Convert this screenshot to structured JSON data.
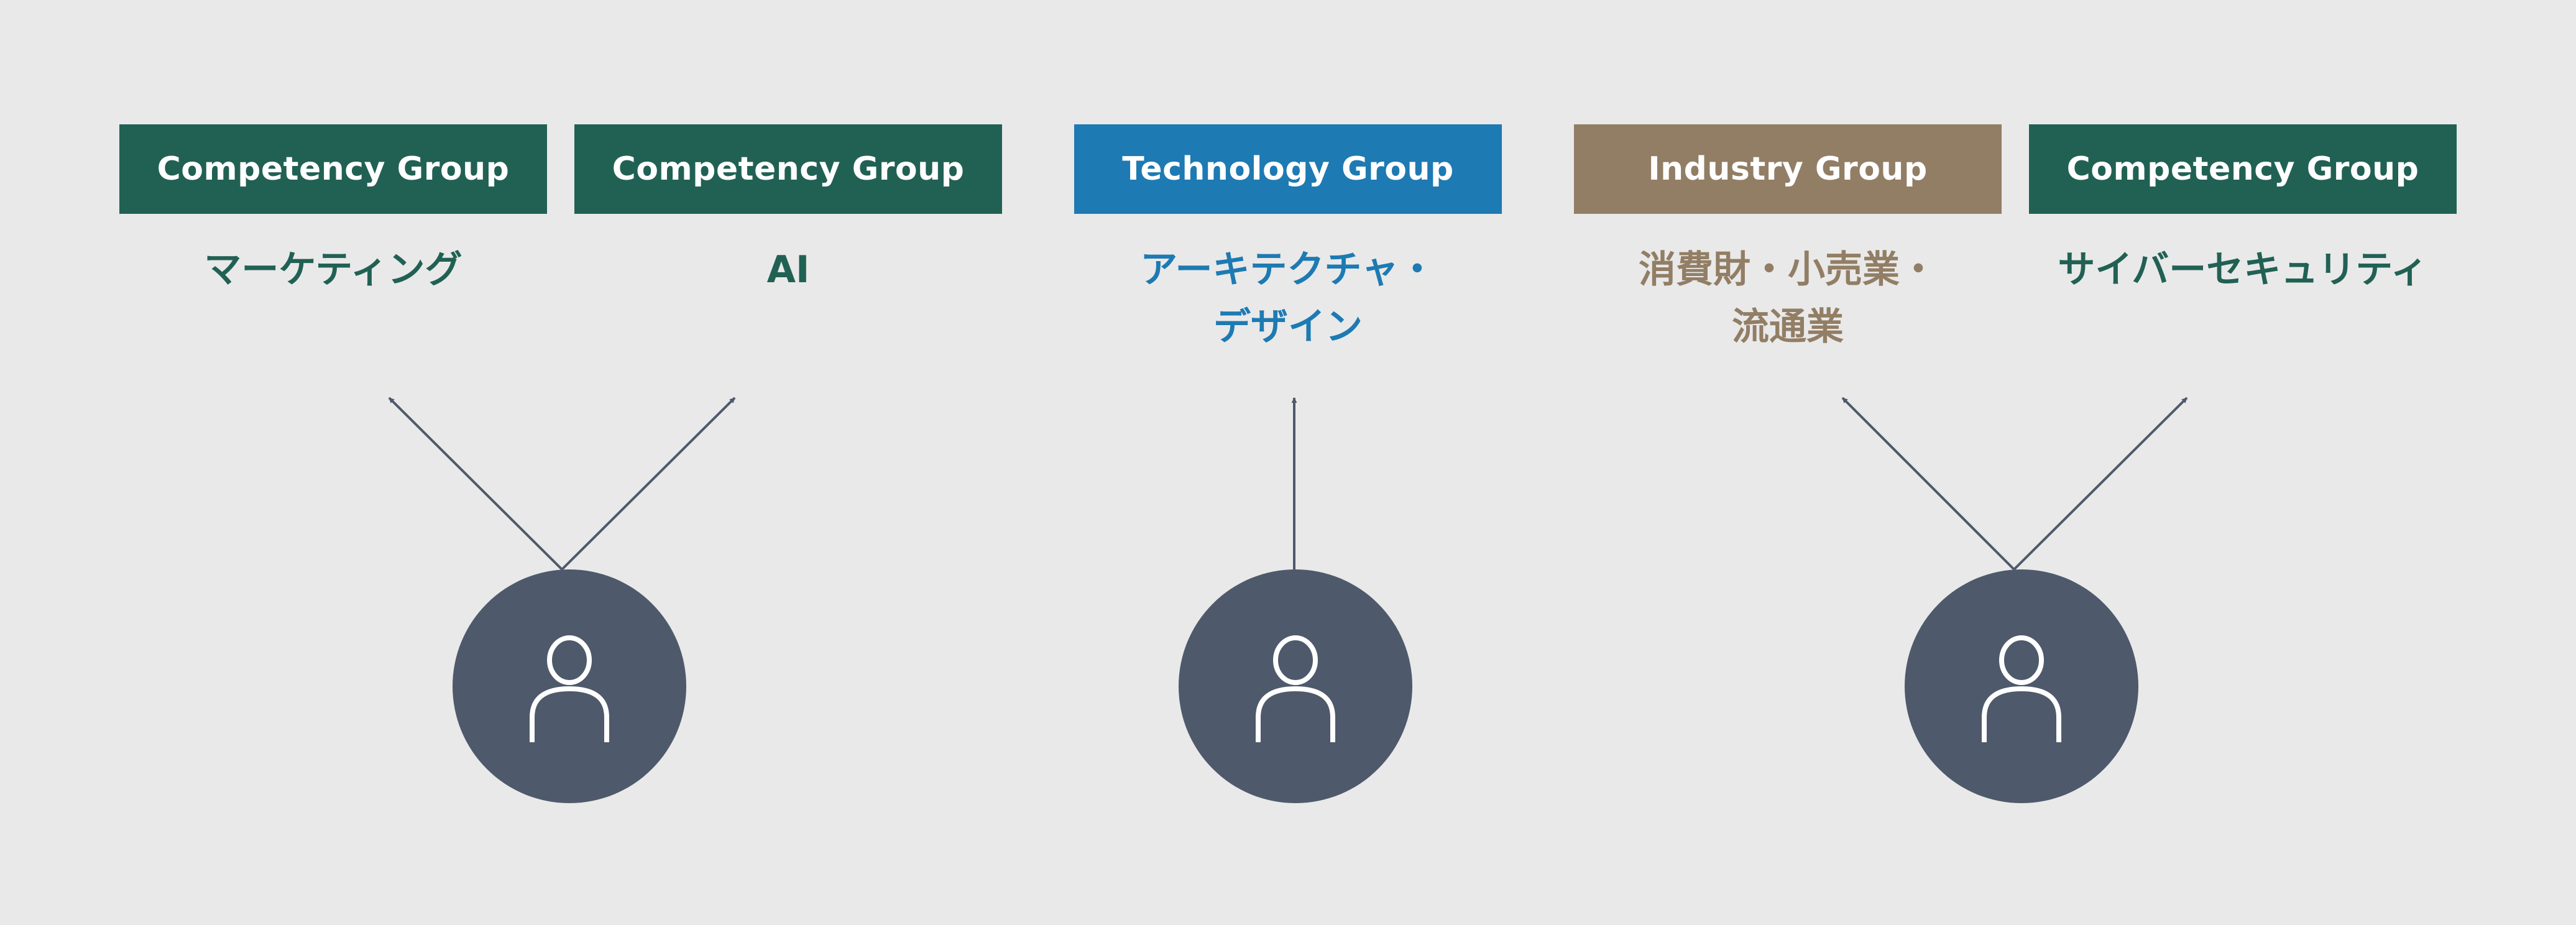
{
  "groups": [
    {
      "type": "Competency Group",
      "name": "マーケティング",
      "name_line2": "",
      "box_color": "#216154",
      "text_color": "#216154"
    },
    {
      "type": "Competency Group",
      "name": "AI",
      "name_line2": "",
      "box_color": "#216154",
      "text_color": "#216154"
    },
    {
      "type": "Technology Group",
      "name": "アーキテクチャ・",
      "name_line2": "デザイン",
      "box_color": "#1d7ab3",
      "text_color": "#1d7ab3"
    },
    {
      "type": "Industry Group",
      "name": "消費財・小売業・",
      "name_line2": "流通業",
      "box_color": "#927e65",
      "text_color": "#927e65"
    },
    {
      "type": "Competency Group",
      "name": "サイバーセキュリティ",
      "name_line2": "",
      "box_color": "#216154",
      "text_color": "#216154"
    }
  ],
  "people": [
    {
      "icon": "person-icon",
      "links_to": [
        0,
        1
      ]
    },
    {
      "icon": "person-icon",
      "links_to": [
        2
      ]
    },
    {
      "icon": "person-icon",
      "links_to": [
        3,
        4
      ]
    }
  ],
  "colors": {
    "background": "#e9e9e9",
    "person_circle": "#4e5a6b",
    "arrow": "#4e5a6b"
  }
}
